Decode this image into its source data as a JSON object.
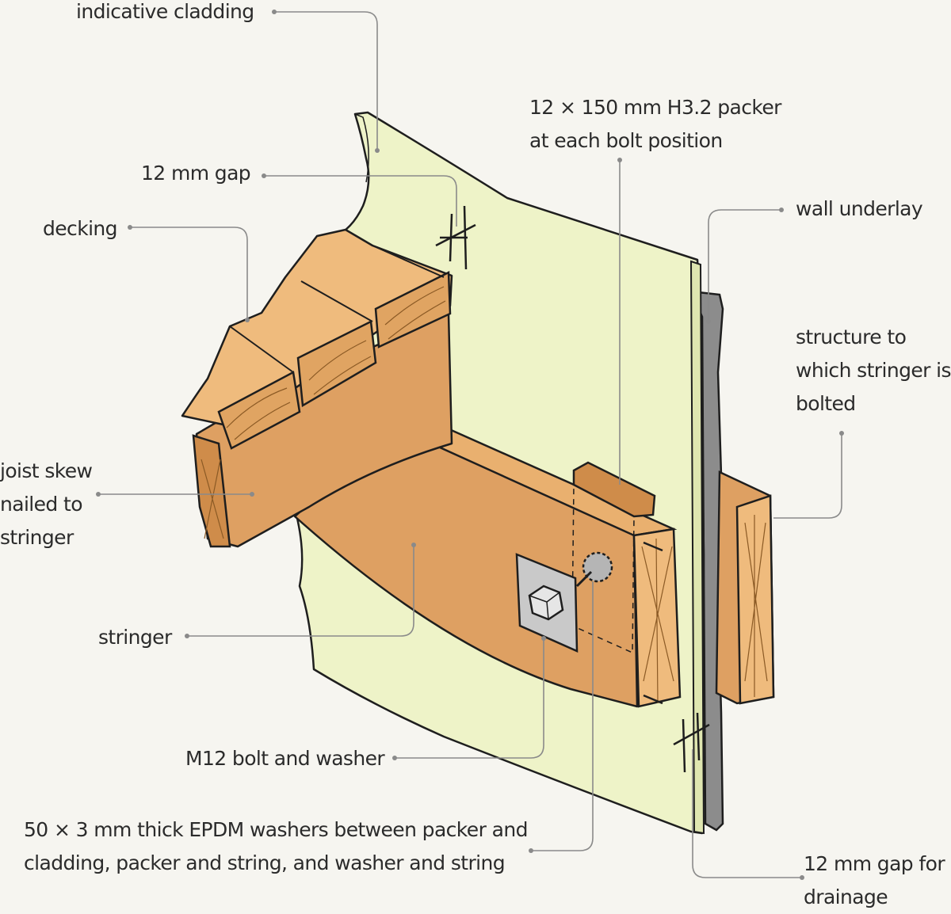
{
  "labels": {
    "indicative_cladding": "indicative cladding",
    "packer": [
      "12 × 150 mm H3.2 packer",
      "at each bolt position"
    ],
    "gap_12mm": "12 mm gap",
    "wall_underlay": "wall underlay",
    "decking": "decking",
    "structure": [
      "structure to",
      "which stringer is",
      "bolted"
    ],
    "joist_skew": [
      "joist skew",
      "nailed to",
      "stringer"
    ],
    "stringer": "stringer",
    "bolt_washer": "M12 bolt and washer",
    "epdm": [
      "50 × 3 mm thick EPDM washers between packer and",
      "cladding, packer and string, and washer and string"
    ],
    "drainage_gap": [
      "12 mm gap for",
      "drainage"
    ]
  },
  "colors": {
    "background": "#f6f5f0",
    "cladding": "#eef3c8",
    "timber_light": "#efbb7d",
    "timber_mid": "#dea062",
    "timber_dark": "#cf8c4a",
    "underlay": "#8c8c8c",
    "steel": "#c9c9c9",
    "outline": "#1e1e1e",
    "leader": "#8a8a8a"
  },
  "icons": {
    "bolt": "hex-bolt-icon"
  }
}
